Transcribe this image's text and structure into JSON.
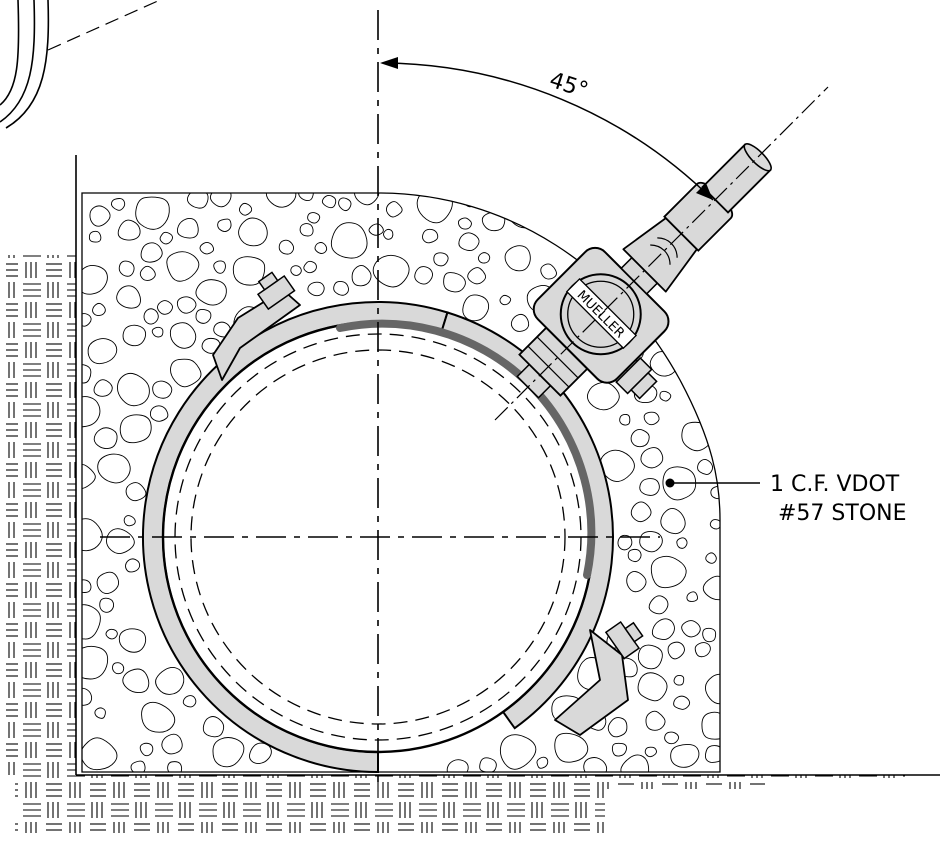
{
  "drawing": {
    "angle_label": "45°",
    "valve_brand": "MUELLER",
    "note_line1": "1 C.F. VDOT",
    "note_line2": "#57 STONE",
    "angle_degrees": 45
  },
  "colors": {
    "line": "#000000",
    "fitting_fill": "#d9d9d9",
    "saddle_stripe": "#666666",
    "paper": "#ffffff"
  }
}
